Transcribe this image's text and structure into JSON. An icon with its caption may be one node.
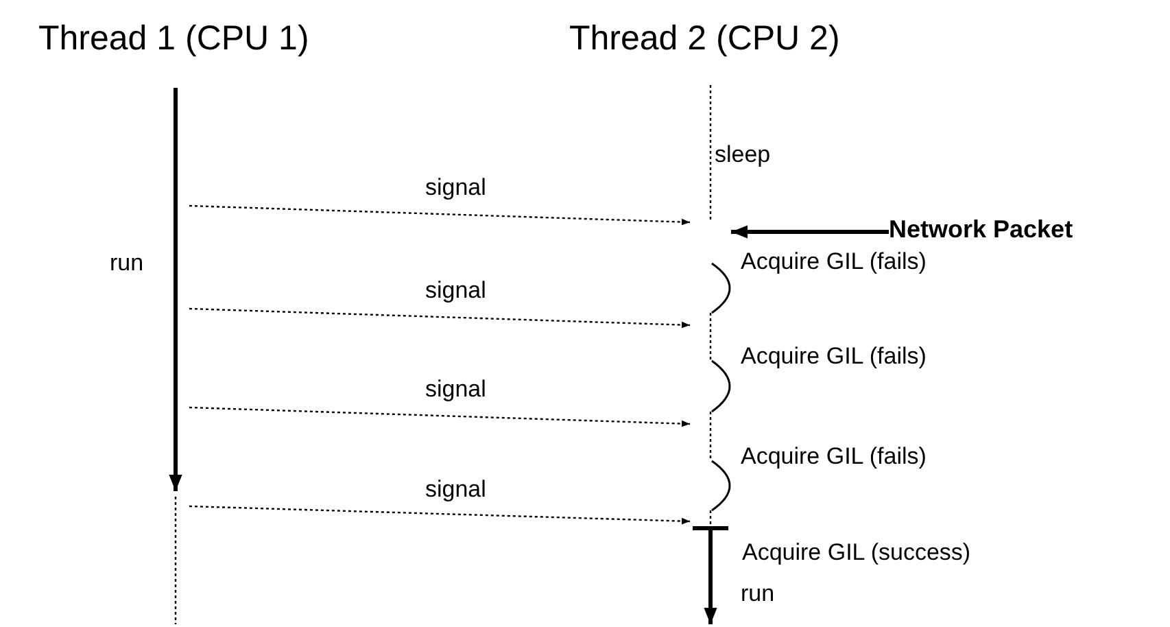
{
  "diagram": {
    "nodes": [
      {
        "text": [
          "Thread 1 (CPU 1)"
        ]
      },
      {
        "text": [
          "Thread 2 (CPU 2)"
        ]
      },
      {
        "text": [],
        "shape": "bar"
      },
      {
        "text": [],
        "shape": "bar"
      },
      {
        "text": [
          "Network Packet"
        ]
      }
    ],
    "edges": [
      {
        "from": 2,
        "to": 3,
        "arrow": "to",
        "label": "signal",
        "style": "dashed"
      },
      {
        "from": 2,
        "to": 3,
        "arrow": "to",
        "label": "signal",
        "style": "dashed"
      },
      {
        "from": 2,
        "to": 3,
        "arrow": "to",
        "label": "signal",
        "style": "dashed"
      },
      {
        "from": 2,
        "to": 3,
        "arrow": "to",
        "label": "signal",
        "style": "dashed"
      },
      {
        "from": 4,
        "to": 3,
        "arrow": "to",
        "style": "thick"
      }
    ],
    "labels": [
      "run",
      "sleep",
      "Acquire GIL (fails)",
      "Acquire GIL (fails)",
      "Acquire GIL (fails)",
      "Acquire GIL (success)",
      "run"
    ]
  }
}
